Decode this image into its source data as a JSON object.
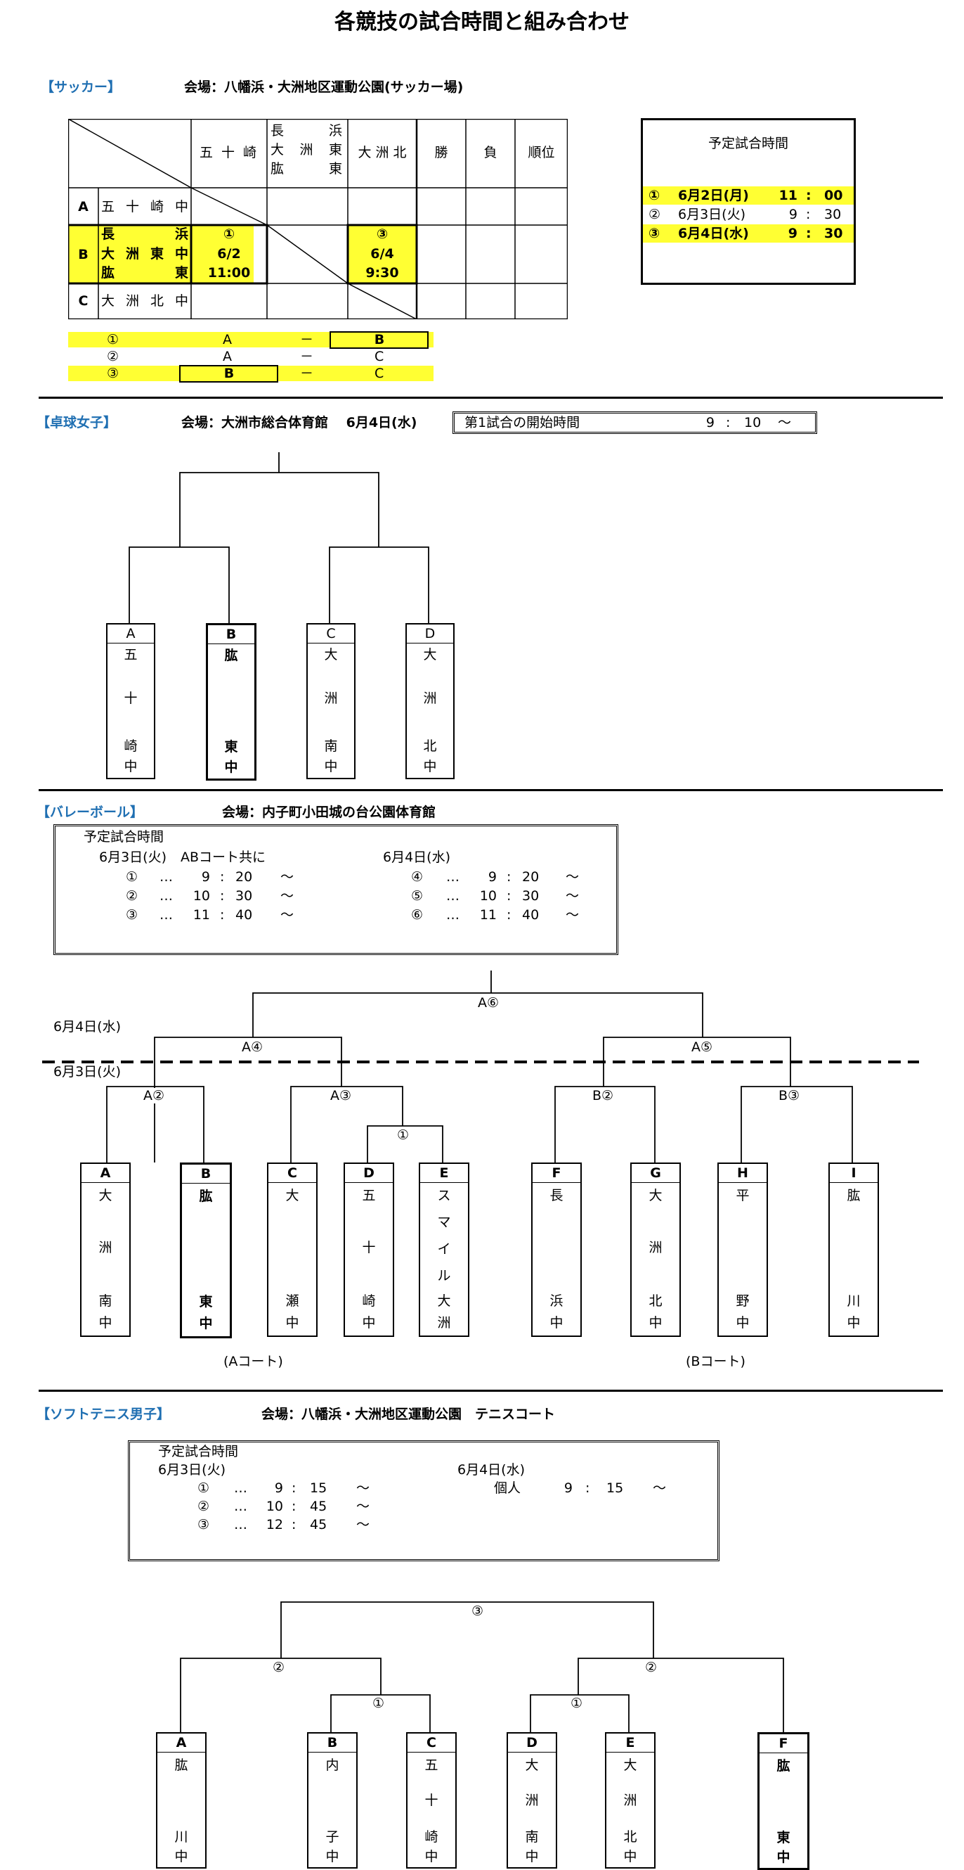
{
  "page_title": "各競技の試合時間と組み合わせ",
  "soccer": {
    "label": "【サッカー】",
    "venue": "会場：八幡浜・大洲地区運動公園(サッカー場)",
    "col_headers": [
      "五 十 崎",
      "長 浜",
      "大 洲 東",
      "肱 東",
      "大 洲 北",
      "勝",
      "負",
      "順位"
    ],
    "rows": [
      {
        "letter": "A",
        "name": "五 十 崎 中"
      },
      {
        "letter": "B",
        "name1": "長 浜",
        "name2": "大 洲 東 中",
        "name3": "肱 東"
      },
      {
        "letter": "C",
        "name": "大 洲 北 中"
      }
    ],
    "cell_b1": {
      "num": "①",
      "date": "6/2",
      "time": "11:00"
    },
    "cell_b3": {
      "num": "③",
      "date": "6/4",
      "time": "9:30"
    },
    "matches": [
      {
        "num": "①",
        "a": "A",
        "dash": "－",
        "b": "B"
      },
      {
        "num": "②",
        "a": "A",
        "dash": "－",
        "b": "C"
      },
      {
        "num": "③",
        "a": "B",
        "dash": "－",
        "b": "C"
      }
    ],
    "schedule_title": "予定試合時間",
    "schedule": [
      {
        "num": "①",
        "date": "6月2日(月)",
        "h": "11",
        "sep": ":",
        "m": "00"
      },
      {
        "num": "②",
        "date": "6月3日(火)",
        "h": "9",
        "sep": ":",
        "m": "30"
      },
      {
        "num": "③",
        "date": "6月4日(水)",
        "h": "9",
        "sep": ":",
        "m": "30"
      }
    ]
  },
  "tabletennis": {
    "label": "【卓球女子】",
    "venue": "会場：大洲市総合体育館　 6月4日(水)",
    "start_label": "第1試合の開始時間",
    "start_h": "9",
    "start_sep": ":",
    "start_m": "10",
    "start_tilde": "～",
    "teams": [
      {
        "letter": "A",
        "chars": [
          "五",
          "十",
          "崎",
          "中"
        ]
      },
      {
        "letter": "B",
        "chars": [
          "肱",
          "東",
          "中"
        ]
      },
      {
        "letter": "C",
        "chars": [
          "大",
          "洲",
          "南",
          "中"
        ]
      },
      {
        "letter": "D",
        "chars": [
          "大",
          "洲",
          "北",
          "中"
        ]
      }
    ]
  },
  "volleyball": {
    "label": "【バレーボール】",
    "venue": "会場：内子町小田城の台公園体育館",
    "schedule_title": "予定試合時間",
    "day1": "6月3日(火)",
    "day1_note": "ABコート共に",
    "day2": "6月4日(水)",
    "left_times": [
      {
        "num": "①",
        "dots": "…",
        "h": "9",
        "sep": ":",
        "m": "20",
        "tilde": "～"
      },
      {
        "num": "②",
        "dots": "…",
        "h": "10",
        "sep": ":",
        "m": "30",
        "tilde": "～"
      },
      {
        "num": "③",
        "dots": "…",
        "h": "11",
        "sep": ":",
        "m": "40",
        "tilde": "～"
      }
    ],
    "right_times": [
      {
        "num": "④",
        "dots": "…",
        "h": "9",
        "sep": ":",
        "m": "20",
        "tilde": "～"
      },
      {
        "num": "⑤",
        "dots": "…",
        "h": "10",
        "sep": ":",
        "m": "30",
        "tilde": "～"
      },
      {
        "num": "⑥",
        "dots": "…",
        "h": "11",
        "sep": ":",
        "m": "40",
        "tilde": "～"
      }
    ],
    "date_june4": "6月4日(水)",
    "date_june3": "6月3日(火)",
    "match_labels": {
      "a6": "A⑥",
      "a4": "A④",
      "a5": "A⑤",
      "a2": "A②",
      "a3": "A③",
      "m1": "①",
      "b2": "B②",
      "b3": "B③"
    },
    "teams": [
      {
        "letter": "A",
        "chars": [
          "大",
          "洲",
          "南",
          "中"
        ]
      },
      {
        "letter": "B",
        "chars": [
          "肱",
          "東",
          "中"
        ]
      },
      {
        "letter": "C",
        "chars": [
          "大",
          "瀬",
          "中"
        ]
      },
      {
        "letter": "D",
        "chars": [
          "五",
          "十",
          "崎",
          "中"
        ]
      },
      {
        "letter": "E",
        "chars": [
          "ス",
          "マ",
          "イ",
          "ル",
          "大",
          "洲"
        ]
      },
      {
        "letter": "F",
        "chars": [
          "長",
          "浜",
          "中"
        ]
      },
      {
        "letter": "G",
        "chars": [
          "大",
          "洲",
          "北",
          "中"
        ]
      },
      {
        "letter": "H",
        "chars": [
          "平",
          "野",
          "中"
        ]
      },
      {
        "letter": "I",
        "chars": [
          "肱",
          "川",
          "中"
        ]
      }
    ],
    "court_a": "(Aコート)",
    "court_b": "(Bコート)"
  },
  "softtennis": {
    "label": "【ソフトテニス男子】",
    "venue": "会場：八幡浜・大洲地区運動公園　テニスコート",
    "schedule_title": "予定試合時間",
    "day1": "6月3日(火)",
    "day2": "6月4日(水)",
    "times": [
      {
        "num": "①",
        "dots": "…",
        "h": "9",
        "sep": ":",
        "m": "15",
        "tilde": "～"
      },
      {
        "num": "②",
        "dots": "…",
        "h": "10",
        "sep": ":",
        "m": "45",
        "tilde": "～"
      },
      {
        "num": "③",
        "dots": "…",
        "h": "12",
        "sep": ":",
        "m": "45",
        "tilde": "～"
      }
    ],
    "individual": "個人",
    "ind_h": "9",
    "ind_sep": ":",
    "ind_m": "15",
    "ind_tilde": "～",
    "match_labels": {
      "m3": "③",
      "m2l": "②",
      "m2r": "②",
      "m1l": "①",
      "m1r": "①"
    },
    "teams": [
      {
        "letter": "A",
        "chars": [
          "肱",
          "川",
          "中"
        ]
      },
      {
        "letter": "B",
        "chars": [
          "内",
          "子",
          "中"
        ]
      },
      {
        "letter": "C",
        "chars": [
          "五",
          "十",
          "崎",
          "中"
        ]
      },
      {
        "letter": "D",
        "chars": [
          "大",
          "洲",
          "南",
          "中"
        ]
      },
      {
        "letter": "E",
        "chars": [
          "大",
          "洲",
          "北",
          "中"
        ]
      },
      {
        "letter": "F",
        "chars": [
          "肱",
          "東",
          "中"
        ]
      }
    ]
  }
}
